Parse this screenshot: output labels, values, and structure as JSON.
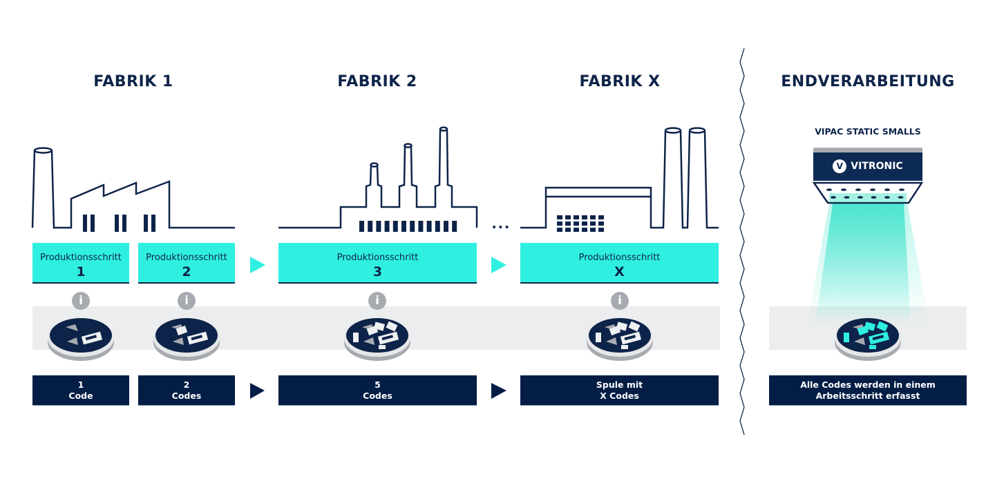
{
  "colors": {
    "navy": "#031d45",
    "teal": "#2ff0e0",
    "gray_band": "#ecedee",
    "info_gray": "#a7abb0"
  },
  "stages": [
    {
      "title": "FABRIK 1"
    },
    {
      "title": "FABRIK 2"
    },
    {
      "title": "FABRIK X"
    },
    {
      "title": "ENDVERARBEITUNG"
    }
  ],
  "steps": [
    {
      "label": "Produktionsschritt",
      "number": "1",
      "codes_line1": "1",
      "codes_line2": "Code"
    },
    {
      "label": "Produktionsschritt",
      "number": "2",
      "codes_line1": "2",
      "codes_line2": "Codes"
    },
    {
      "label": "Produktionsschritt",
      "number": "3",
      "codes_line1": "5",
      "codes_line2": "Codes"
    },
    {
      "label": "Produktionsschritt",
      "number": "X",
      "codes_line1": "Spule mit",
      "codes_line2": "X Codes"
    }
  ],
  "final": {
    "scanner_title": "VIPAC STATIC SMALLS",
    "brand": "VITRONIC",
    "result_line1": "Alle Codes werden in einem",
    "result_line2": "Arbeitsschritt erfasst"
  },
  "ellipsis": "•••",
  "info_icon": "i"
}
